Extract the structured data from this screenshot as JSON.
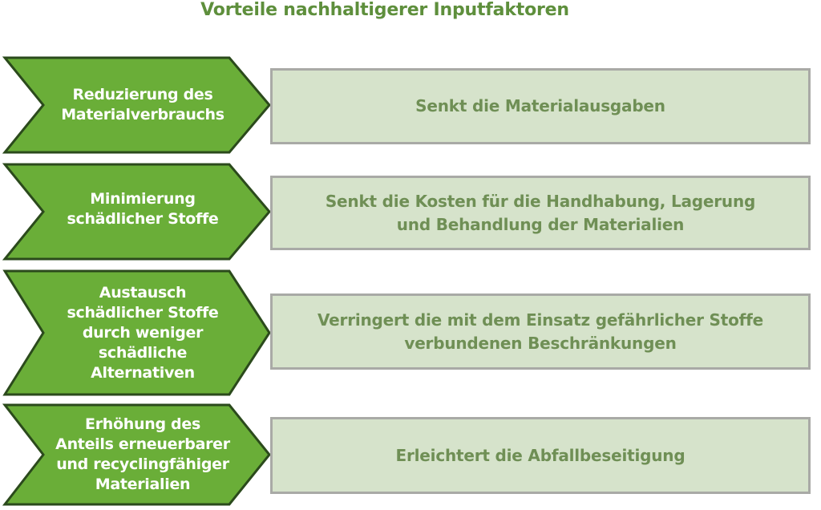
{
  "title": "Vorteile nachhaltigerer Inputfaktoren",
  "colors": {
    "chevron_fill": "#6aae38",
    "chevron_stroke": "#2b4a1c",
    "box_fill": "#d6e3cb",
    "box_border": "#a9aaa6",
    "title_text": "#5e8f3c",
    "box_text": "#6f8f55"
  },
  "rows": [
    {
      "factor": "Reduzierung des\nMaterialverbrauchs",
      "benefit": "Senkt die Materialausgaben"
    },
    {
      "factor": "Minimierung\nschädlicher Stoffe",
      "benefit": "Senkt die Kosten für die Handhabung, Lagerung\nund Behandlung der Materialien"
    },
    {
      "factor": "Austausch\nschädlicher Stoffe\ndurch weniger\nschädliche\nAlternativen",
      "benefit": "Verringert die mit dem Einsatz gefährlicher Stoffe\nverbundenen Beschränkungen"
    },
    {
      "factor": "Erhöhung des\nAnteils erneuerbarer\nund recyclingfähiger\nMaterialien",
      "benefit": "Erleichtert die Abfallbeseitigung"
    }
  ]
}
